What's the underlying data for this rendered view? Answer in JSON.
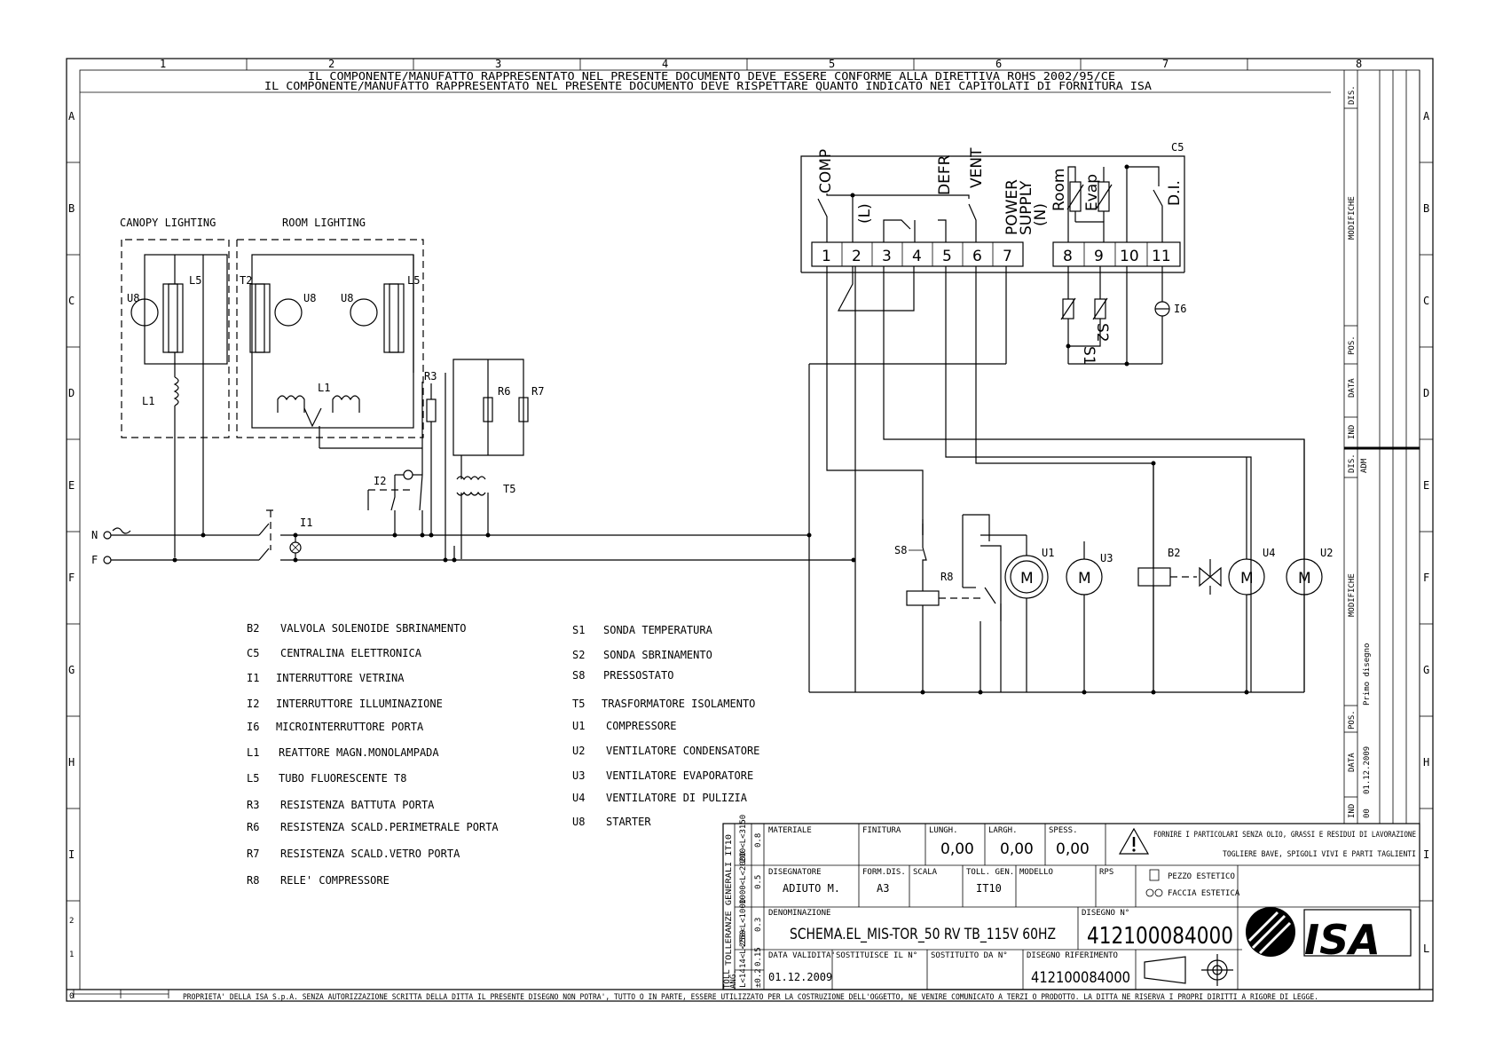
{
  "header": {
    "line1": "IL COMPONENTE/MANUFATTO RAPPRESENTATO NEL PRESENTE DOCUMENTO DEVE ESSERE CONFORME ALLA DIRETTIVA ROHS 2002/95/CE",
    "line2": "IL COMPONENTE/MANUFATTO RAPPRESENTATO NEL PRESENTE DOCUMENTO DEVE RISPETTARE QUANTO INDICATO NEI CAPITOLATI DI FORNITURA ISA"
  },
  "grid": {
    "cols": [
      "1",
      "2",
      "3",
      "4",
      "5",
      "6",
      "7",
      "8"
    ],
    "rows": [
      "A",
      "B",
      "C",
      "D",
      "E",
      "F",
      "G",
      "H",
      "I",
      "L"
    ]
  },
  "diagram": {
    "canopy_lighting": "CANOPY LIGHTING",
    "room_lighting": "ROOM LIGHTING",
    "labels": {
      "c5": "C5",
      "u8": "U8",
      "l5": "L5",
      "l1": "L1",
      "t2": "T2",
      "r3": "R3",
      "r6": "R6",
      "r7": "R7",
      "i1": "I1",
      "i2": "I2",
      "t5": "T5",
      "n": "N",
      "f": "F",
      "s8": "S8",
      "r8": "R8",
      "u1": "U1",
      "u3": "U3",
      "b2": "B2",
      "u4": "U4",
      "u2": "U2",
      "i6": "I6",
      "s1": "S1",
      "s2": "S2",
      "motor": "M",
      "comp": "COMP",
      "l": "(L)",
      "defr": "DEFR",
      "vent": "VENT",
      "power": "POWER",
      "supply": "SUPPLY",
      "n_sup": "(N)",
      "room": "Room",
      "evap": "Evap",
      "di": "D.I."
    },
    "terminals": [
      "1",
      "2",
      "3",
      "4",
      "5",
      "6",
      "7",
      "8",
      "9",
      "10",
      "11"
    ]
  },
  "legend": {
    "left": [
      {
        "code": "B2",
        "desc": "VALVOLA SOLENOIDE SBRINAMENTO"
      },
      {
        "code": "C5",
        "desc": "CENTRALINA ELETTRONICA"
      },
      {
        "code": "I1",
        "desc": "INTERRUTTORE VETRINA"
      },
      {
        "code": "I2",
        "desc": "INTERRUTTORE ILLUMINAZIONE"
      },
      {
        "code": "I6",
        "desc": "MICROINTERRUTTORE PORTA"
      },
      {
        "code": "L1",
        "desc": "REATTORE MAGN.MONOLAMPADA"
      },
      {
        "code": "L5",
        "desc": "TUBO FLUORESCENTE T8"
      },
      {
        "code": "R3",
        "desc": "RESISTENZA BATTUTA PORTA"
      },
      {
        "code": "R6",
        "desc": "RESISTENZA SCALD.PERIMETRALE PORTA"
      },
      {
        "code": "R7",
        "desc": "RESISTENZA SCALD.VETRO PORTA"
      },
      {
        "code": "R8",
        "desc": "RELE' COMPRESSORE"
      }
    ],
    "right": [
      {
        "code": "S1",
        "desc": "SONDA TEMPERATURA"
      },
      {
        "code": "S2",
        "desc": "SONDA SBRINAMENTO"
      },
      {
        "code": "S8",
        "desc": "PRESSOSTATO"
      },
      {
        "code": "T5",
        "desc": "TRASFORMATORE ISOLAMENTO"
      },
      {
        "code": "U1",
        "desc": "COMPRESSORE"
      },
      {
        "code": "U2",
        "desc": "VENTILATORE CONDENSATORE"
      },
      {
        "code": "U3",
        "desc": "VENTILATORE EVAPORATORE"
      },
      {
        "code": "U4",
        "desc": "VENTILATORE DI PULIZIA"
      },
      {
        "code": "U8",
        "desc": "STARTER"
      }
    ]
  },
  "revision": {
    "dis": "DIS.",
    "modifiche": "MODIFICHE",
    "pos": "POS.",
    "data": "DATA",
    "ind": "IND",
    "adm": "ADM",
    "primo_disegno": "Primo disegno",
    "date": "01.12.2009",
    "ind_val": "00"
  },
  "title_block": {
    "tolleranze": "TOLLERANZE GENERALI IT10",
    "toll": "TOLL",
    "ang": "ANG.",
    "tol_ranges": [
      "200<L<3150",
      "1000<L<2000",
      "250<L<1000",
      "14<L<250",
      "L<14"
    ],
    "tol_values": [
      "0.8",
      "0.5",
      "0.3",
      "0.15",
      "±0.2"
    ],
    "materiale_lbl": "MATERIALE",
    "finitura_lbl": "FINITURA",
    "lungh_lbl": "LUNGH.",
    "largh_lbl": "LARGH.",
    "spess_lbl": "SPESS.",
    "lungh": "0,00",
    "largh": "0,00",
    "spess": "0,00",
    "warning_line1": "FORNIRE I PARTICOLARI SENZA OLIO, GRASSI E RESIDUI DI LAVORAZIONE",
    "warning_line2": "TOGLIERE BAVE, SPIGOLI VIVI E PARTI TAGLIENTI",
    "disegnatore_lbl": "DISEGNATORE",
    "disegnatore": "ADIUTO M.",
    "formdis_lbl": "FORM.DIS.",
    "formdis": "A3",
    "scala_lbl": "SCALA",
    "tollgen_lbl": "TOLL. GEN.",
    "tollgen": "IT10",
    "modello_lbl": "MODELLO",
    "rps_lbl": "RPS",
    "pezzo_estetico": "PEZZO ESTETICO",
    "faccia_estetica": "FACCIA ESTETICA",
    "denominazione_lbl": "DENOMINAZIONE",
    "denominazione": "SCHEMA.EL_MIS-TOR_50 RV TB_115V 60HZ",
    "disegno_lbl": "DISEGNO N°",
    "disegno": "412100084000",
    "validita_lbl": "DATA VALIDITA'",
    "validita": "01.12.2009",
    "sostituisce_lbl": "SOSTITUISCE IL N°",
    "sostituito_lbl": "SOSTITUITO DA N°",
    "riferimento_lbl": "DISEGNO RIFERIMENTO",
    "riferimento": "412100084000",
    "logo": "ISA"
  },
  "footer": {
    "text": "PROPRIETA' DELLA ISA S.p.A. SENZA AUTORIZZAZIONE SCRITTA DELLA DITTA IL PRESENTE DISEGNO NON POTRA', TUTTO O IN PARTE, ESSERE UTILIZZATO PER LA COSTRUZIONE DELL'OGGETTO, NE VENIRE COMUNICATO A TERZI O PRODOTTO. LA DITTA NE RISERVA I PROPRI DIRITTI A RIGORE DI LEGGE.",
    "scale_marks": [
      "0",
      "1",
      "2"
    ]
  }
}
